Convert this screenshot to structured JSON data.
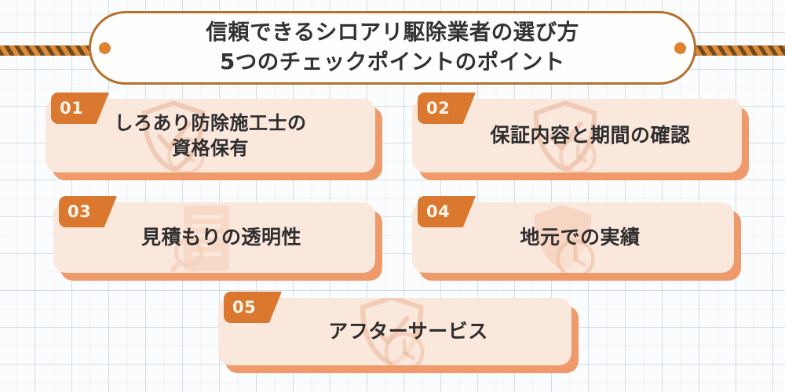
{
  "banner": {
    "title_line_1": "信頼できるシロアリ駆除業者の選び方",
    "title_line_2": "5つのチェックポイントのポイント",
    "dot_left_name": "banner-dot-left",
    "dot_right_name": "banner-dot-right"
  },
  "colors": {
    "accent_orange": "#d9782e",
    "card_fill": "#fbe8dd",
    "card_shadow": "#ef9a6a",
    "banner_border": "#b4702c",
    "banner_dot": "#e0812f",
    "ribbon_base": "#d9822f",
    "ribbon_stripe": "#6b4b1e",
    "text_dark": "#2e2e2e",
    "badge_text": "#fdf4e9",
    "grid_line": "#96afc3"
  },
  "cards": [
    {
      "number": "01",
      "text": "しろあり防除施工士の\n資格保有",
      "watermark": "shield-icon"
    },
    {
      "number": "02",
      "text": "保証内容と期間の確認",
      "watermark": "shield-icon"
    },
    {
      "number": "03",
      "text": "見積もりの透明性",
      "watermark": "document-magnifier-icon"
    },
    {
      "number": "04",
      "text": "地元での実績",
      "watermark": "shield-clock-icon"
    },
    {
      "number": "05",
      "text": "アフターサービス",
      "watermark": "shield-clock-icon"
    }
  ]
}
